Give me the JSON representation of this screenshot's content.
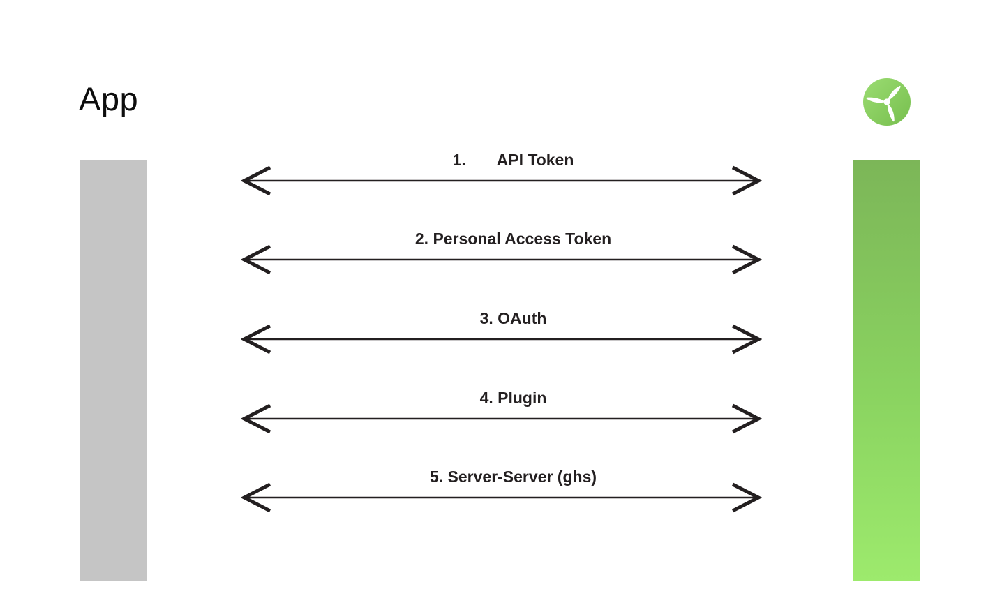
{
  "page": {
    "background": "#ffffff"
  },
  "header": {
    "title": "App"
  },
  "logo": {
    "name": "wind-turbine-logo",
    "circle_gradient_start": "#9bdc72",
    "circle_gradient_end": "#77bf4e",
    "blade_color": "#ffffff"
  },
  "app_bar": {
    "color": "#c5c5c5"
  },
  "service_bar": {
    "gradient_top": "#7cb658",
    "gradient_bottom": "#9dea6d"
  },
  "connections": {
    "arrow_color": "#231f20",
    "label_color": "#231f20",
    "items": [
      {
        "label": "1.       API Token"
      },
      {
        "label": "2. Personal Access Token"
      },
      {
        "label": "3. OAuth"
      },
      {
        "label": "4. Plugin"
      },
      {
        "label": "5. Server-Server (ghs)"
      }
    ]
  }
}
